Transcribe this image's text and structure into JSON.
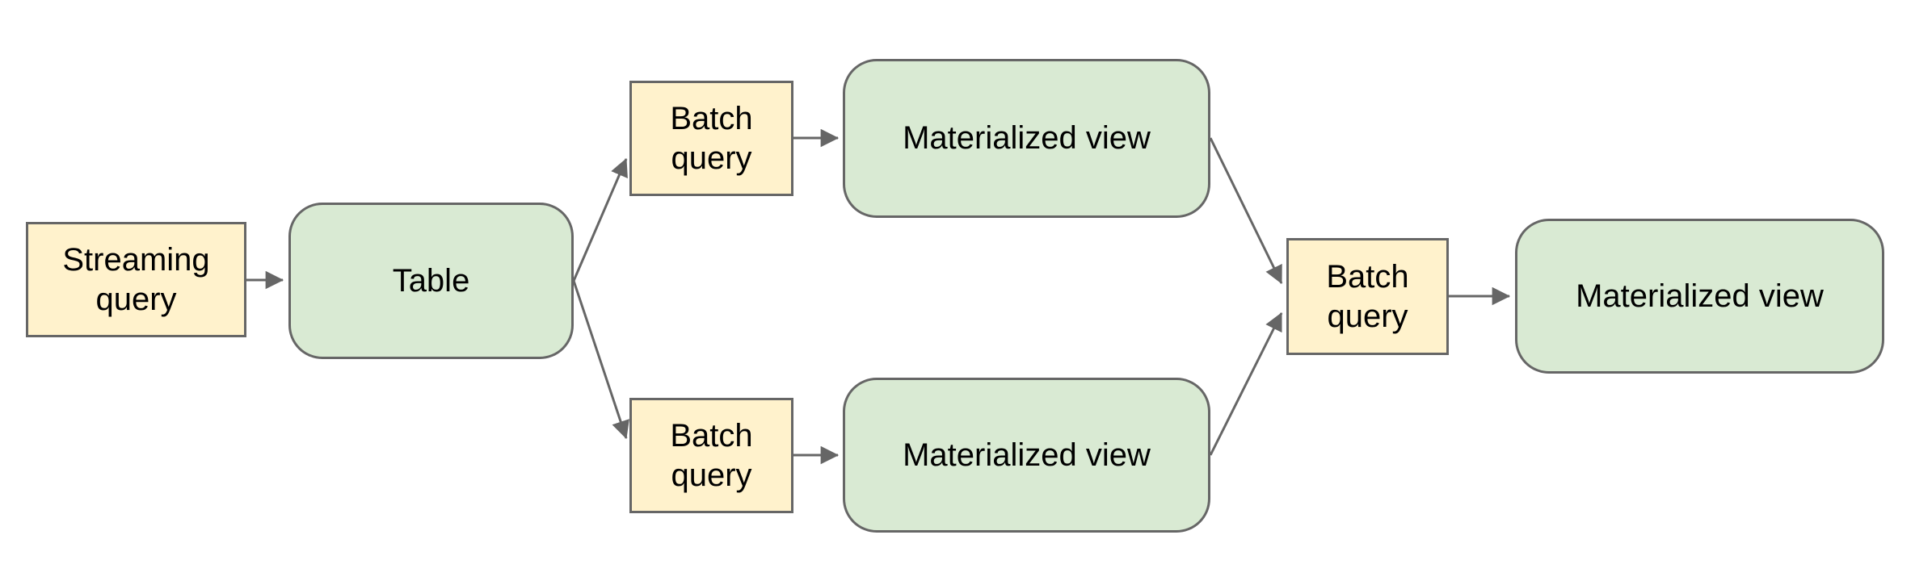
{
  "diagram": {
    "colors": {
      "query_box_fill": "#fff2cc",
      "view_box_fill": "#d9ead3",
      "border": "#666666",
      "connector": "#666666",
      "text": "#000000",
      "background": "#ffffff"
    },
    "nodes": [
      {
        "id": "streaming-query",
        "label": "Streaming query",
        "shape": "rectangle",
        "fill": "#fff2cc"
      },
      {
        "id": "table",
        "label": "Table",
        "shape": "rounded-rectangle",
        "fill": "#d9ead3"
      },
      {
        "id": "batch-query-top",
        "label": "Batch query",
        "shape": "rectangle",
        "fill": "#fff2cc"
      },
      {
        "id": "materialized-view-top",
        "label": "Materialized view",
        "shape": "rounded-rectangle",
        "fill": "#d9ead3"
      },
      {
        "id": "batch-query-bottom",
        "label": "Batch query",
        "shape": "rectangle",
        "fill": "#fff2cc"
      },
      {
        "id": "materialized-view-bottom",
        "label": "Materialized view",
        "shape": "rounded-rectangle",
        "fill": "#d9ead3"
      },
      {
        "id": "batch-query-final",
        "label": "Batch query",
        "shape": "rectangle",
        "fill": "#fff2cc"
      },
      {
        "id": "materialized-view-final",
        "label": "Materialized view",
        "shape": "rounded-rectangle",
        "fill": "#d9ead3"
      }
    ],
    "edges": [
      {
        "from": "streaming-query",
        "to": "table"
      },
      {
        "from": "table",
        "to": "batch-query-top"
      },
      {
        "from": "table",
        "to": "batch-query-bottom"
      },
      {
        "from": "batch-query-top",
        "to": "materialized-view-top"
      },
      {
        "from": "batch-query-bottom",
        "to": "materialized-view-bottom"
      },
      {
        "from": "materialized-view-top",
        "to": "batch-query-final"
      },
      {
        "from": "materialized-view-bottom",
        "to": "batch-query-final"
      },
      {
        "from": "batch-query-final",
        "to": "materialized-view-final"
      }
    ]
  }
}
